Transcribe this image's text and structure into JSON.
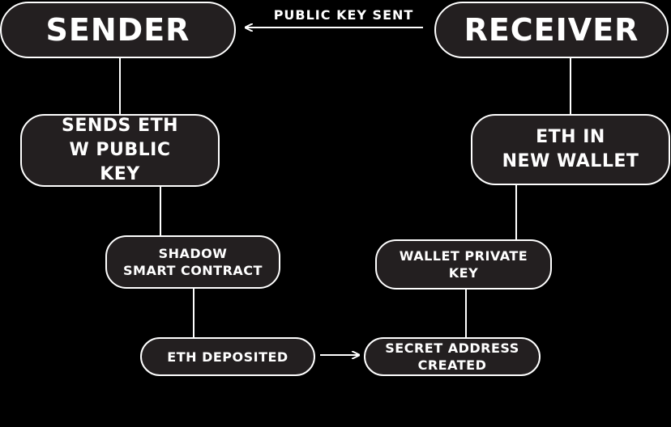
{
  "nodes": {
    "sender": "SENDER",
    "receiver": "RECEIVER",
    "sends_eth": "SENDS ETH\nW PUBLIC\nKEY",
    "eth_new_wallet": "ETH IN\nNEW WALLET",
    "shadow_contract": "SHADOW\nSMART CONTRACT",
    "wallet_private_key": "WALLET PRIVATE\nKEY",
    "eth_deposited": "ETH DEPOSITED",
    "secret_address": "SECRET ADDRESS\nCREATED"
  },
  "edges": {
    "receiver_to_sender": "PUBLIC KEY SENT"
  },
  "colors": {
    "background": "#000000",
    "node_fill": "#231f20",
    "stroke": "#ffffff",
    "text": "#ffffff"
  }
}
